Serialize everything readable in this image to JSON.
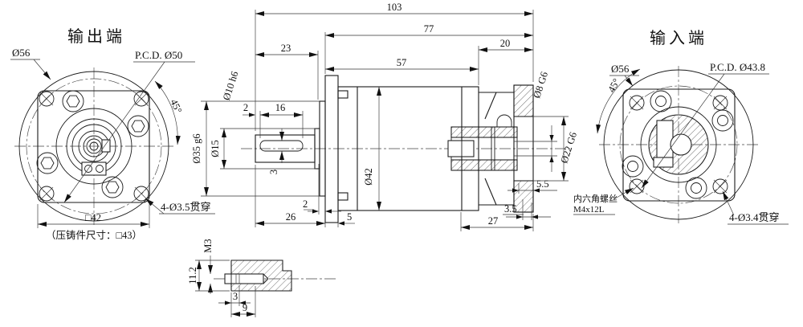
{
  "output": {
    "title": "输出端",
    "d56": "Ø56",
    "pcd": "P.C.D. Ø50",
    "angle": "45°",
    "holes": "4-Ø3.5贯穿",
    "square": "□42",
    "note": "（压铸件尺寸：□43）"
  },
  "section": {
    "d103": "103",
    "d77": "77",
    "d23": "23",
    "d57": "57",
    "d20": "20",
    "d10": "Ø10 h6",
    "k2": "2",
    "k16": "16",
    "d35": "Ø35 g6",
    "d15": "Ø15",
    "k3": "3",
    "d42": "Ø42",
    "s2": "2",
    "d26": "26",
    "d5": "5",
    "d8": "Ø8 G6",
    "d22": "Ø22 G6",
    "d55": "5.5",
    "d35s": "3.5",
    "d27": "27",
    "note1": "内六角螺丝",
    "note2": "M4x12L"
  },
  "input": {
    "title": "输入端",
    "d56": "Ø56",
    "pcd": "P.C.D. Ø43.8",
    "angle": "45°",
    "holes": "4-Ø3.4贯穿"
  },
  "detail": {
    "m3": "M3",
    "h112": "11.2",
    "w3": "3",
    "w9": "9"
  }
}
